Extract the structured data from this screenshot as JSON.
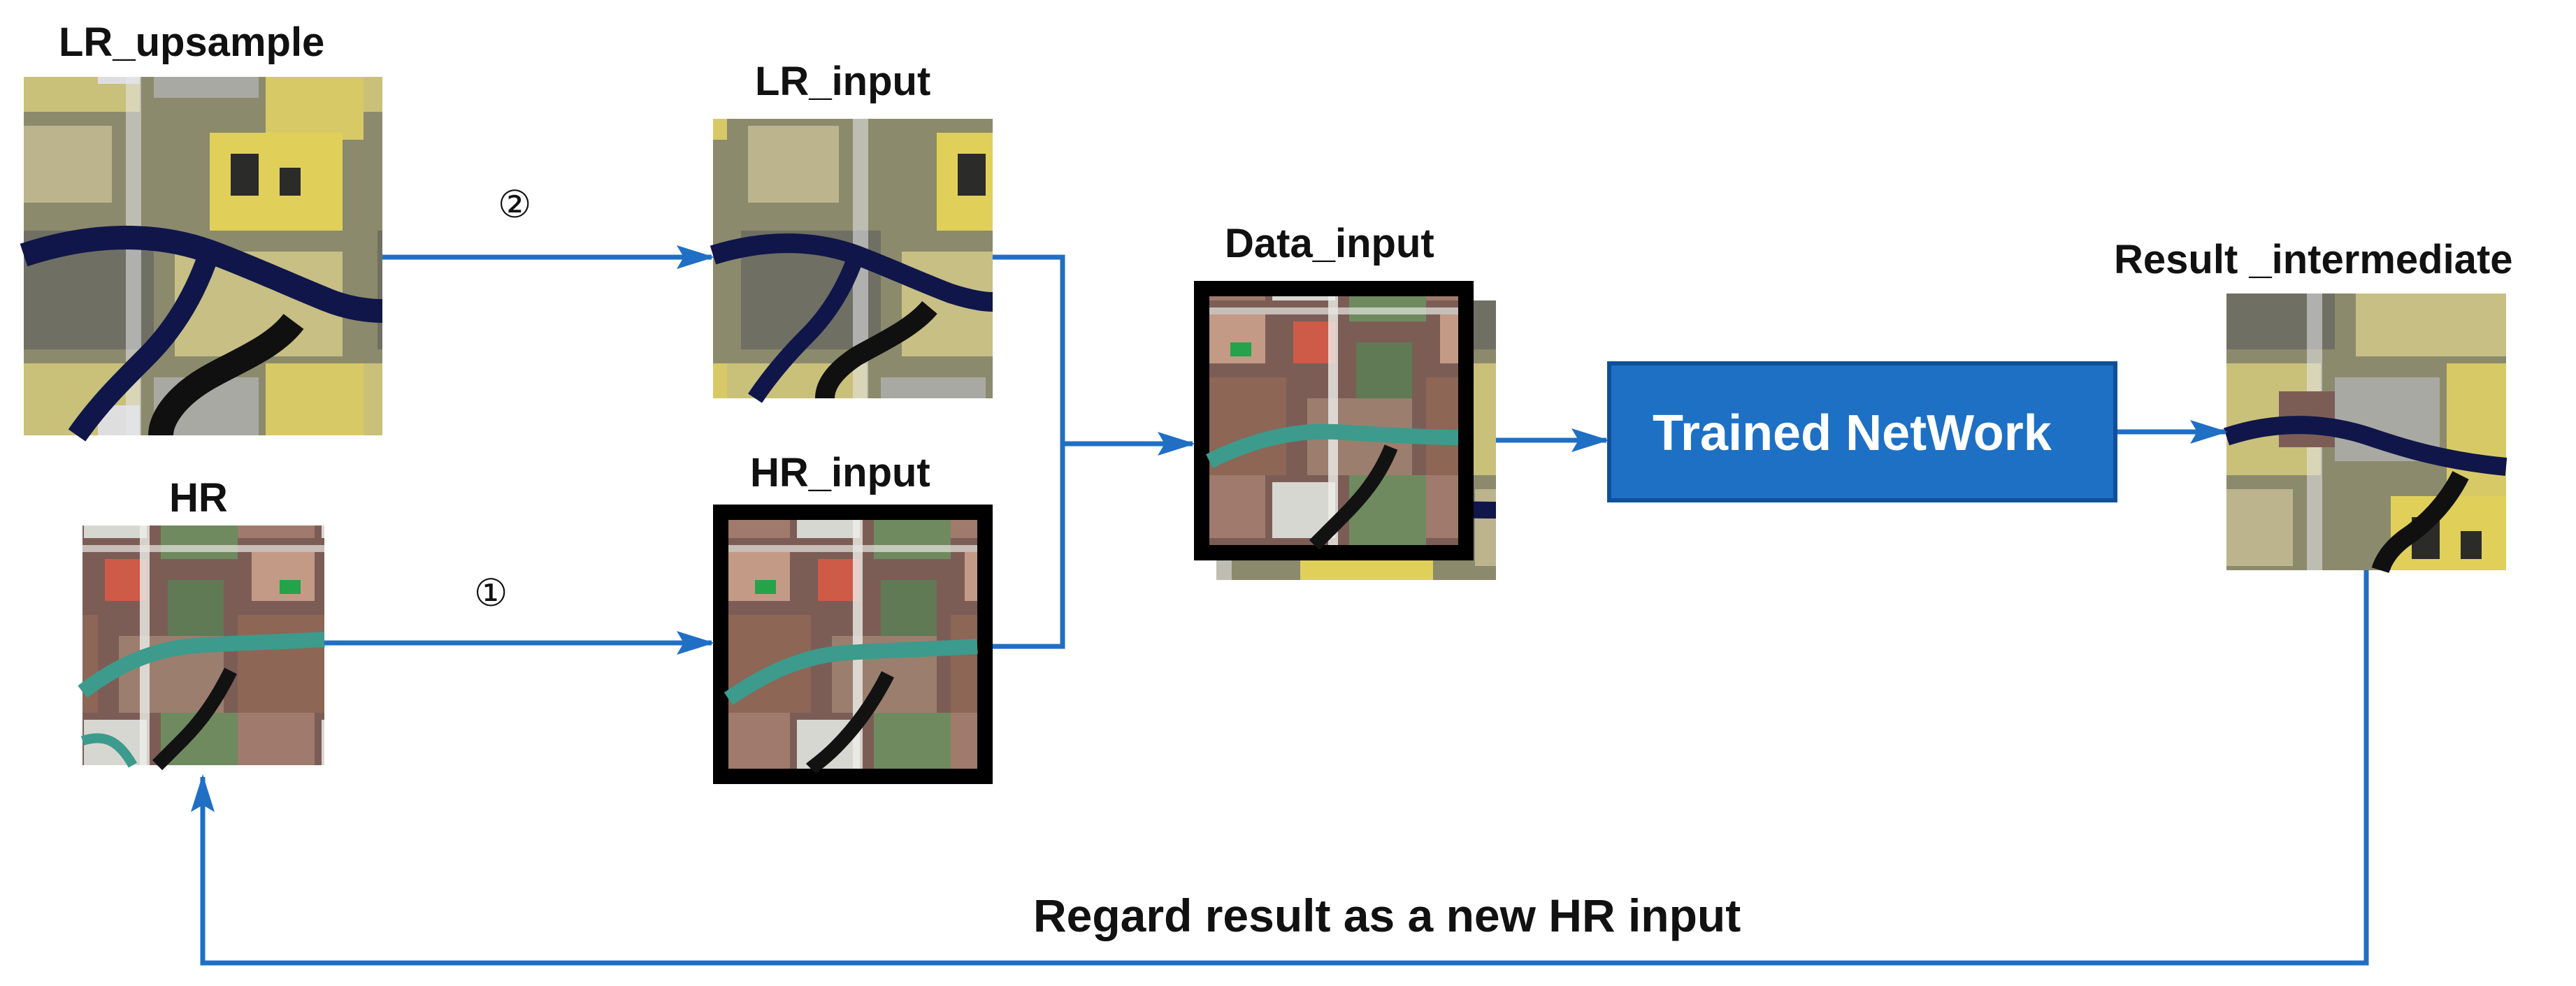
{
  "labels": {
    "lr_upsample": "LR_upsample",
    "hr": "HR",
    "lr_input": "LR_input",
    "hr_input": "HR_input",
    "data_input": "Data_input",
    "result_intermediate": "Result _intermediate"
  },
  "steps": {
    "step_one": "①",
    "step_two": "②"
  },
  "network": {
    "label": "Trained NetWork"
  },
  "loop": {
    "label": "Regard result as a new HR input"
  },
  "colors": {
    "arrow": "#1f6fc5",
    "network_fill": "#1d70c4",
    "network_border": "#0f4f99",
    "frame": "#000000"
  }
}
